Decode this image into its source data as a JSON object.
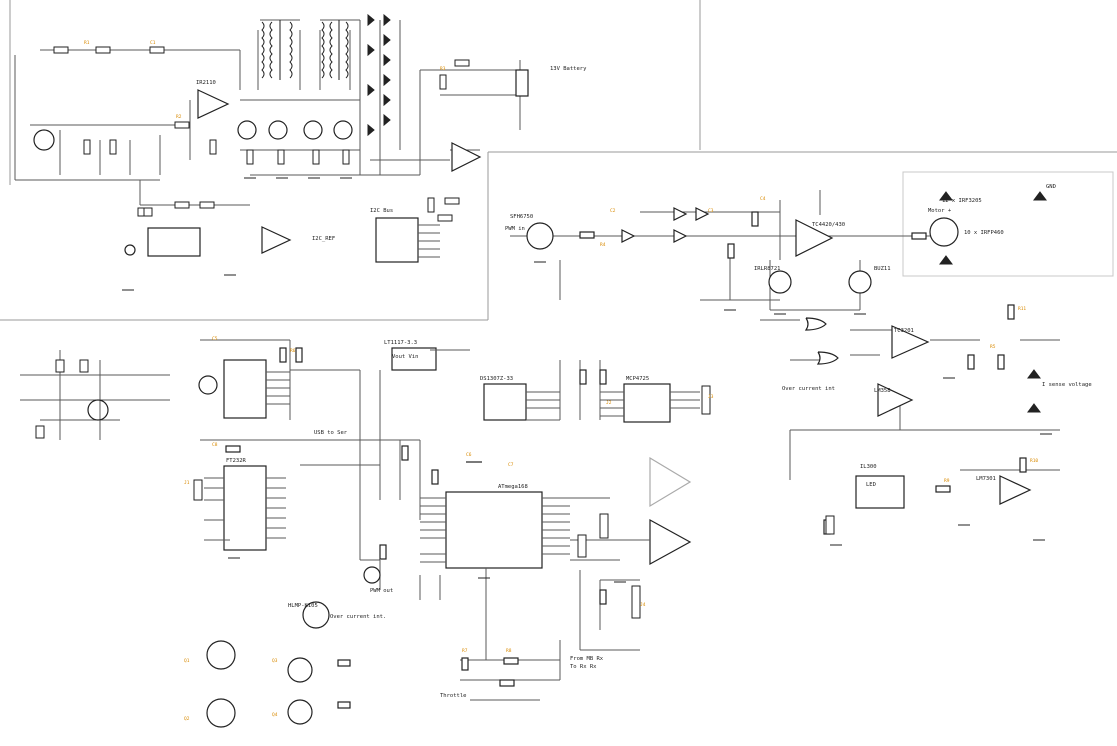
{
  "colors": {
    "background": "#ffffff",
    "wire": "#5a5a5a",
    "component": "#222222",
    "label_orange": "#d98a00",
    "label_teal": "#1a8080",
    "border": "#888888"
  },
  "labels": {
    "ir2110": "IR2110",
    "i2c_ref": "I2C_REF",
    "pwm_in": "PWM in",
    "ir_input": "I2C Bus",
    "sfh": "SFH6750",
    "tc4420": "TC4420/430",
    "irlp": "IRLR8721",
    "buz": "BUZ11",
    "motor": "Motor +",
    "motor_fet": "12 x IRF3205",
    "motor_fet2": "10 x IRFP460",
    "gnd": "GND",
    "lt_ref": "LT1117-3.3",
    "volt_in": "Vout  Vin",
    "ds1307": "DS1307Z-33",
    "mcp4725": "MCP4725",
    "ft232": "FT232R",
    "usb_to_ser": "USB to Ser",
    "atmega": "ATmega168",
    "gnd_led": "LED",
    "over_current": "Over current int.",
    "overcurrent2": "Over current int",
    "voltage_sense": "I sense voltage",
    "lm358": "LM358",
    "tc": "TC3201",
    "il300": "IL300",
    "lm7301": "LM7301",
    "pwm_out": "PWM out",
    "thermistor": "Throttle",
    "ir_from": "From MB Rx",
    "ir_to": "To Rx Rx",
    "led1": "HLMP-K105",
    "bus_supply": "13V Battery"
  }
}
